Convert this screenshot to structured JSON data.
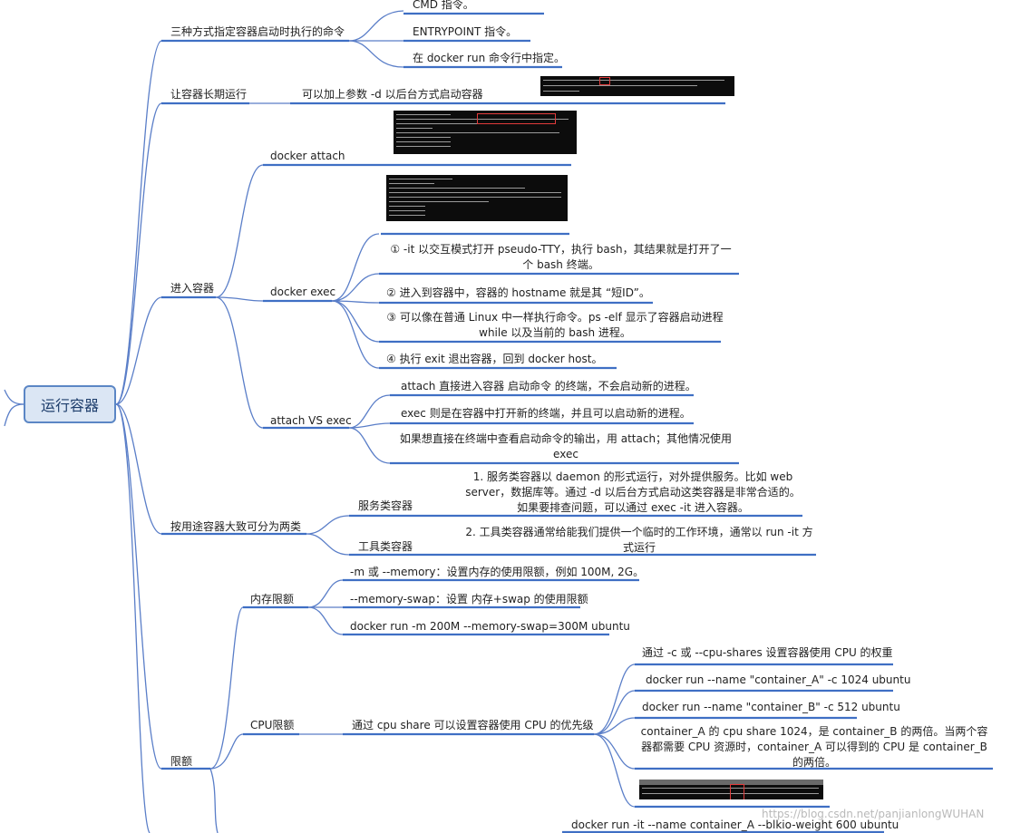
{
  "root": {
    "label": "运行容器"
  },
  "colors": {
    "branch": "#5a7ec8",
    "underline": "#3f6fc4",
    "root_fill": "#dbe6f4"
  },
  "b1": {
    "label": "三种方式指定容器启动时执行的命令",
    "items": [
      "CMD 指令。",
      "ENTRYPOINT 指令。",
      "在 docker run 命令行中指定。"
    ]
  },
  "b2": {
    "label": "让容器长期运行",
    "child": "可以加上参数 -d 以后台方式启动容器"
  },
  "b3": {
    "label": "进入容器",
    "attach": {
      "label": "docker attach"
    },
    "exec": {
      "label": "docker exec",
      "items": [
        "① -it 以交互模式打开 pseudo-TTY，执行 bash，其结果就是打开了一个 bash 终端。",
        "② 进入到容器中，容器的 hostname 就是其 “短ID”。",
        "③ 可以像在普通 Linux 中一样执行命令。ps -elf 显示了容器启动进程 while 以及当前的 bash 进程。",
        "④ 执行 exit 退出容器，回到 docker host。"
      ]
    },
    "vs": {
      "label": "attach VS exec",
      "items": [
        "attach 直接进入容器 启动命令 的终端，不会启动新的进程。",
        "exec 则是在容器中打开新的终端，并且可以启动新的进程。",
        "如果想直接在终端中查看启动命令的输出，用 attach；其他情况使用 exec"
      ]
    }
  },
  "b4": {
    "label": "按用途容器大致可分为两类",
    "service": {
      "label": "服务类容器",
      "text": "1. 服务类容器以 daemon 的形式运行，对外提供服务。比如 web server，数据库等。通过 -d 以后台方式启动这类容器是非常合适的。如果要排查问题，可以通过 exec -it 进入容器。"
    },
    "tool": {
      "label": "工具类容器",
      "text": "2. 工具类容器通常给能我们提供一个临时的工作环境，通常以 run -it 方式运行"
    }
  },
  "b5": {
    "label": "限额",
    "mem": {
      "label": "内存限额",
      "items": [
        "-m 或 --memory：设置内存的使用限额，例如 100M, 2G。",
        "--memory-swap：设置 内存+swap 的使用限额",
        "docker run -m 200M --memory-swap=300M ubuntu"
      ]
    },
    "cpu": {
      "label": "CPU限额",
      "child": "通过 cpu share 可以设置容器使用 CPU 的优先级",
      "items": [
        "通过 -c 或 --cpu-shares 设置容器使用 CPU 的权重",
        "docker run --name \"container_A\" -c 1024 ubuntu",
        "docker run --name \"container_B\" -c 512 ubuntu",
        "container_A 的 cpu share 1024，是 container_B 的两倍。当两个容器都需要 CPU 资源时，container_A 可以得到的 CPU 是 container_B 的两倍。"
      ]
    },
    "blkio": "docker run -it --name container_A --blkio-weight 600 ubuntu"
  },
  "watermark": "https://blog.csdn.net/panjianlongWUHAN"
}
